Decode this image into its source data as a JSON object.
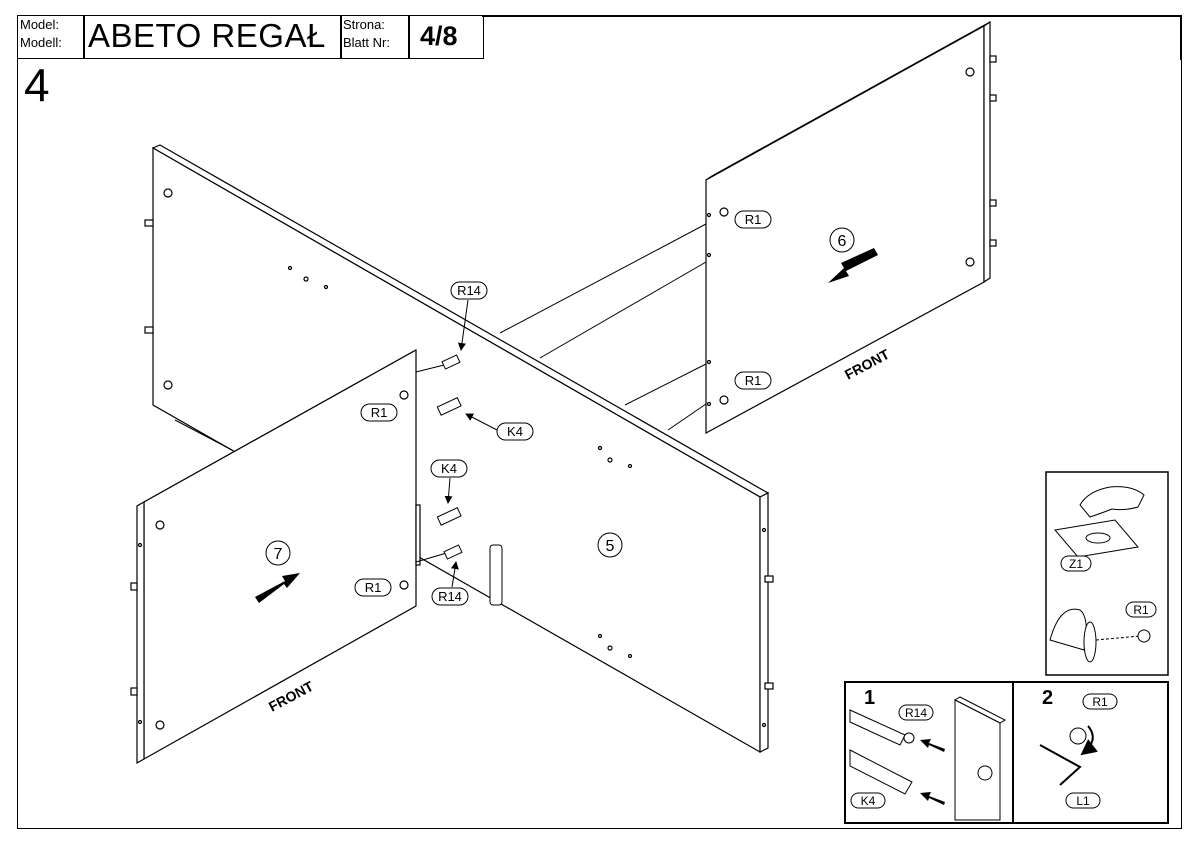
{
  "header": {
    "model_label_1": "Model:",
    "model_label_2": "Modell:",
    "model_name": "ABETO REGAŁ",
    "page_label_1": "Strona:",
    "page_label_2": "Blatt Nr:",
    "page_number": "4/8"
  },
  "step": {
    "number": "4"
  },
  "parts": {
    "panel_5": "5",
    "panel_6": "6",
    "panel_7": "7",
    "front_right": "FRONT",
    "front_left": "FRONT",
    "callouts": {
      "r1_a": "R1",
      "r1_b": "R1",
      "r1_c": "R1",
      "r1_d": "R1",
      "r14_top": "R14",
      "r14_bottom": "R14",
      "k4_a": "K4",
      "k4_b": "K4"
    }
  },
  "detail_tip": {
    "z1": "Z1",
    "r1": "R1"
  },
  "detail_1": {
    "number": "1",
    "r14": "R14",
    "k4": "K4"
  },
  "detail_2": {
    "number": "2",
    "r1": "R1",
    "l1": "L1"
  }
}
